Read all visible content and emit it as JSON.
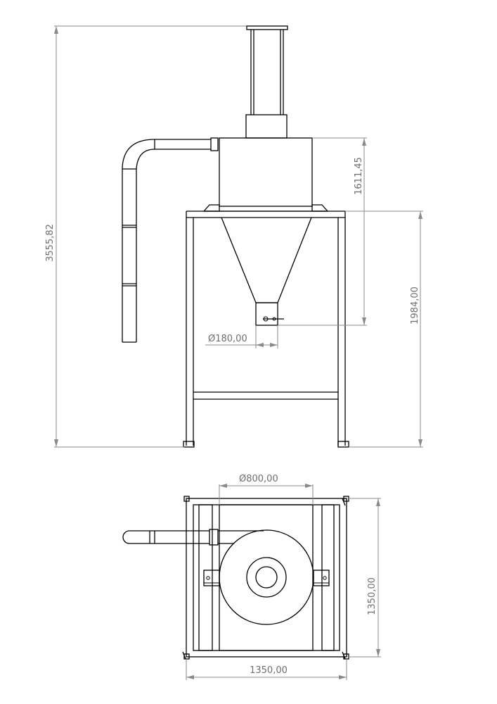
{
  "dimensions": {
    "overall_height": "3555,82",
    "upper_height": "1611,45",
    "frame_height": "1984,00",
    "outlet_diameter": "180,00",
    "body_diameter": "800,00",
    "frame_depth": "1350,00",
    "frame_width": "1350,00"
  },
  "symbols": {
    "diameter": "Ø"
  },
  "colors": {
    "object_line": "#000000",
    "dimension_line": "#8a8a8a",
    "dimension_text": "#6e6e6e"
  }
}
